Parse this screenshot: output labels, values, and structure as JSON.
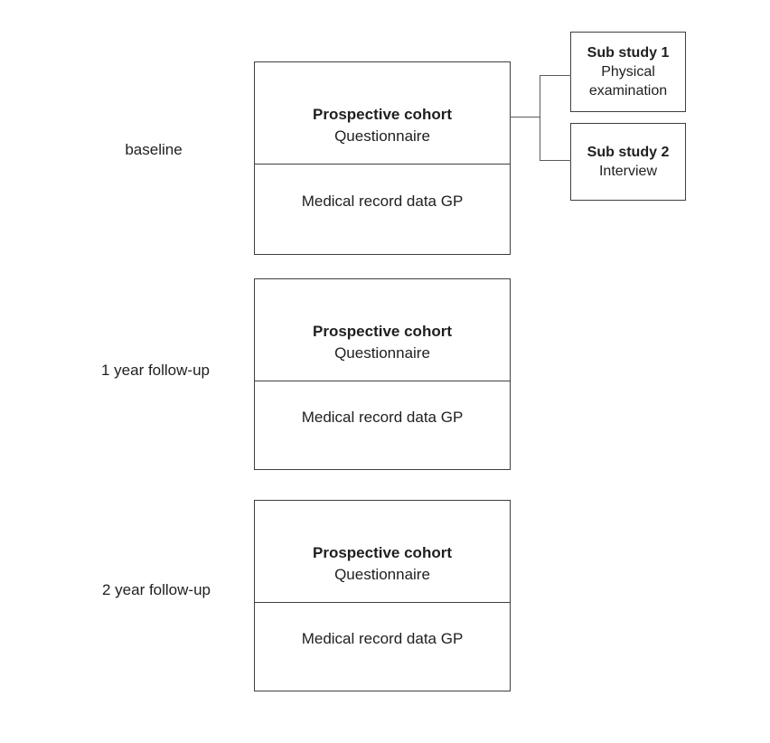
{
  "diagram": {
    "rows": [
      {
        "label": "baseline",
        "box": {
          "title": "Prospective cohort",
          "subtitle": "Questionnaire",
          "bottom_text": "Medical record data GP"
        }
      },
      {
        "label": "1 year follow-up",
        "box": {
          "title": "Prospective cohort",
          "subtitle": "Questionnaire",
          "bottom_text": "Medical record data GP"
        }
      },
      {
        "label": "2 year follow-up",
        "box": {
          "title": "Prospective cohort",
          "subtitle": "Questionnaire",
          "bottom_text": "Medical record data GP"
        }
      }
    ],
    "sub_studies": [
      {
        "title": "Sub study 1",
        "subtitle": "Physical examination"
      },
      {
        "title": "Sub study 2",
        "subtitle": "Interview"
      }
    ],
    "colors": {
      "background": "#ffffff",
      "box_border": "#3f3f3f",
      "connector_line": "#595959",
      "text": "#1f1f1f"
    }
  }
}
